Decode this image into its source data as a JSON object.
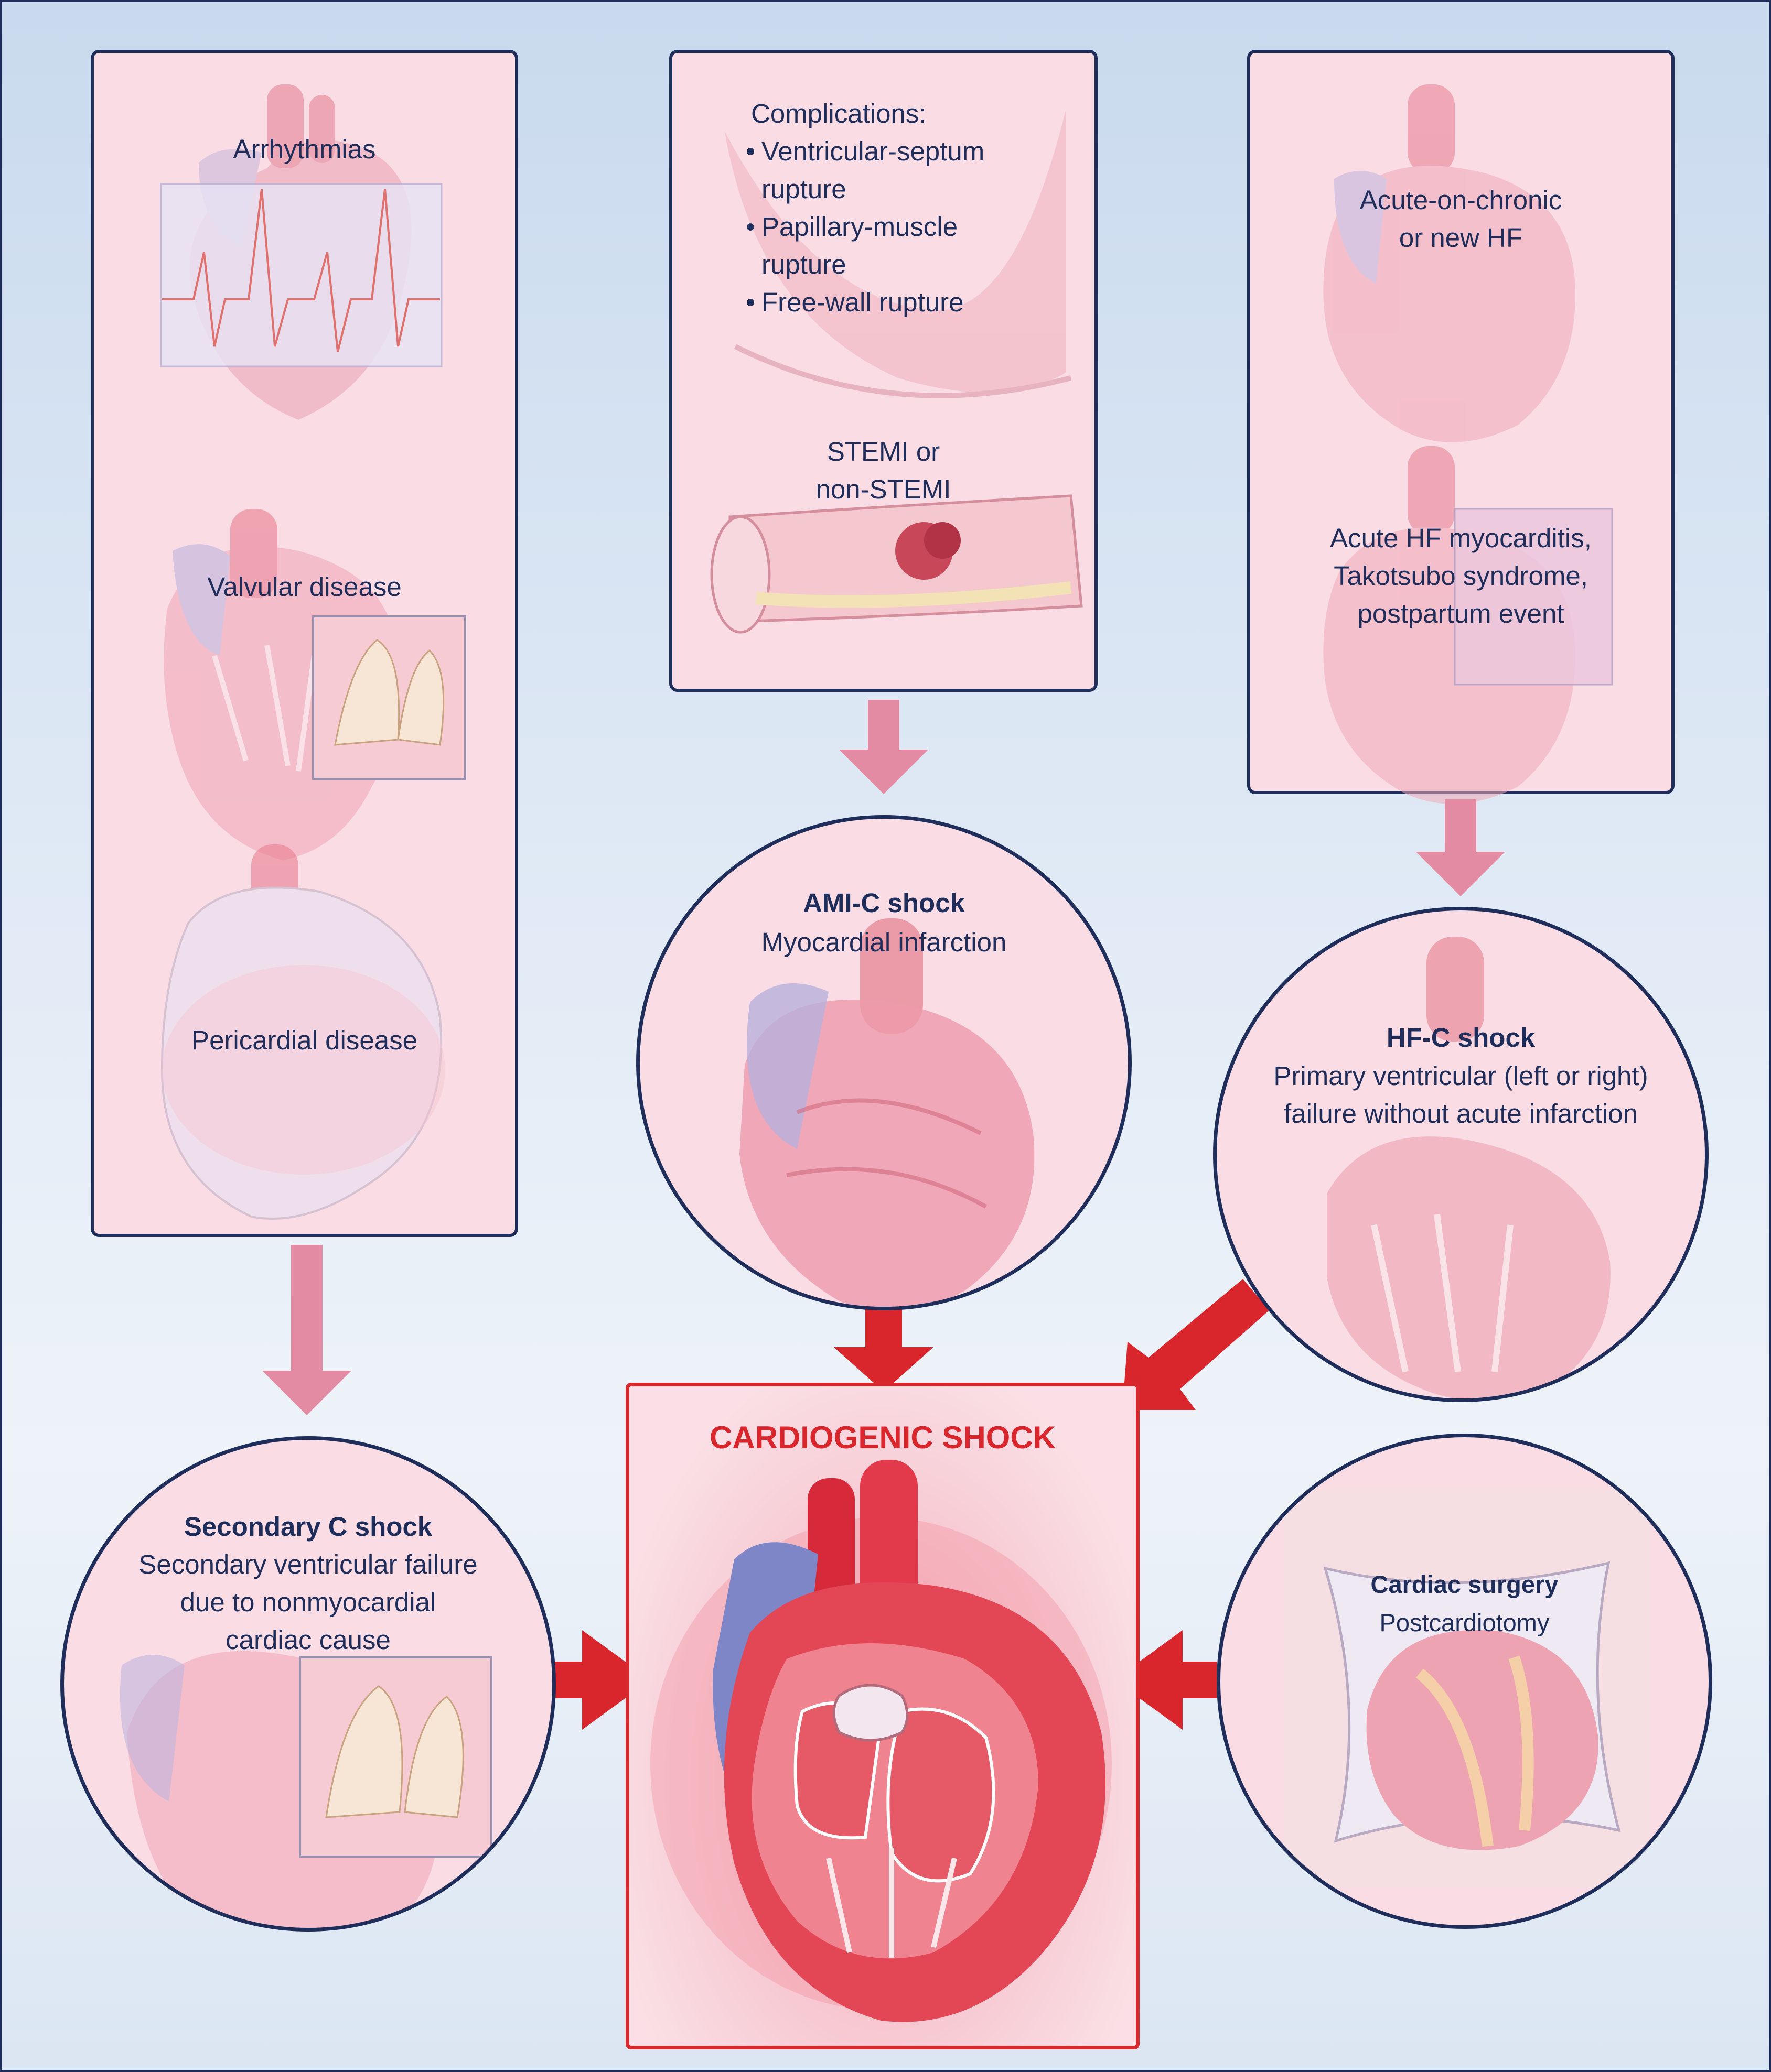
{
  "left_panel": {
    "arrhythmias": "Arrhythmias",
    "valvular": "Valvular disease",
    "pericardial": "Pericardial disease"
  },
  "middle_panel": {
    "complications_title": "Complications:",
    "complications": [
      "Ventricular-septum",
      "rupture",
      "Papillary-muscle",
      "rupture",
      "Free-wall rupture"
    ],
    "stemi_line1": "STEMI or",
    "stemi_line2": "non-STEMI"
  },
  "right_panel": {
    "acute_line1": "Acute-on-chronic",
    "acute_line2": "or new HF",
    "myocarditis_line1": "Acute HF myocarditis,",
    "myocarditis_line2": "Takotsubo syndrome,",
    "myocarditis_line3": "postpartum event"
  },
  "ami_circle": {
    "title": "AMI-C shock",
    "subtitle": "Myocardial infarction"
  },
  "hf_circle": {
    "title": "HF-C shock",
    "line1": "Primary ventricular (left or right)",
    "line2": "failure without acute infarction"
  },
  "secondary_circle": {
    "title": "Secondary C shock",
    "line1": "Secondary ventricular failure",
    "line2": "due to nonmyocardial",
    "line3": "cardiac cause"
  },
  "surgery_circle": {
    "title": "Cardiac surgery",
    "subtitle": "Postcardiotomy"
  },
  "central": {
    "title": "CARDIOGENIC SHOCK"
  },
  "colors": {
    "navy": "#1f2d5a",
    "panel_pink": "#f9dce4",
    "accent_red": "#d8262c",
    "arrow_pink": "#e28ba3"
  }
}
